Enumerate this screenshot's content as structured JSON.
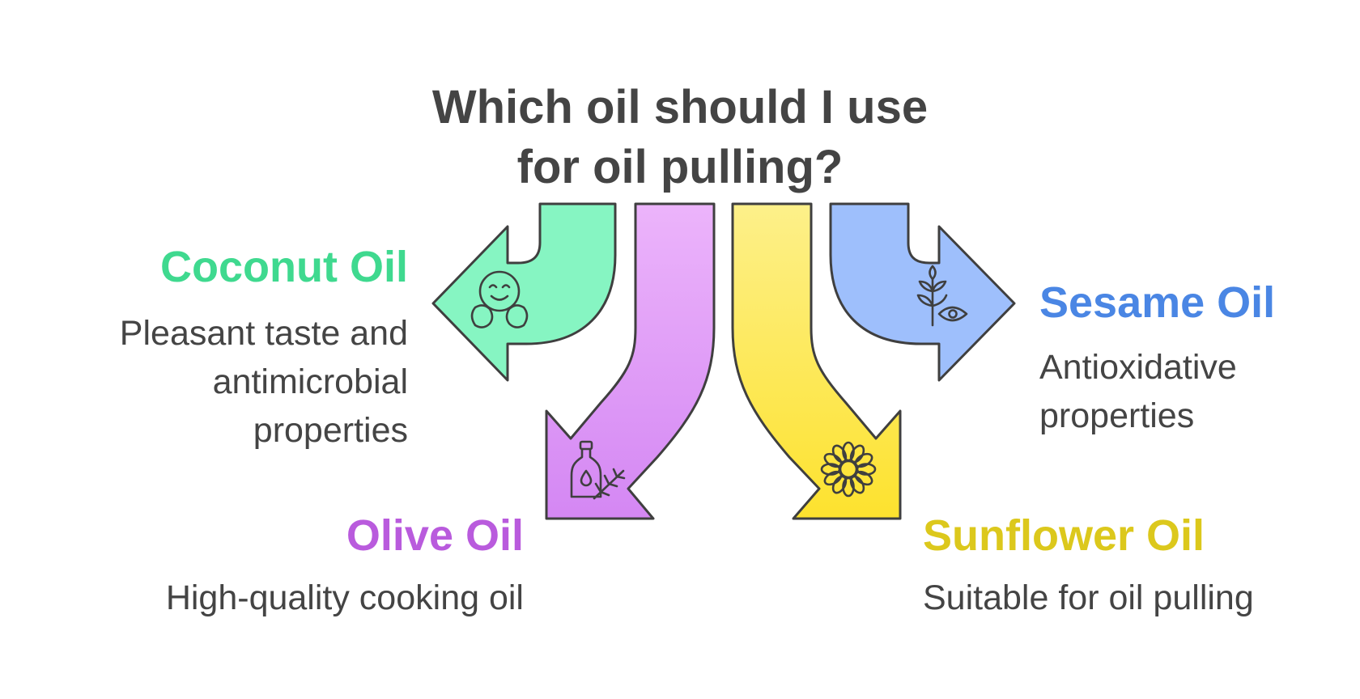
{
  "title": {
    "line1": "Which oil should I use",
    "line2": "for oil pulling?"
  },
  "options": {
    "coconut": {
      "name": "Coconut Oil",
      "lines": [
        "Pleasant taste and",
        "antimicrobial",
        "properties"
      ],
      "color": "#3fd98f",
      "fill": "#86f5c2",
      "icon": "happy-face-hands-icon"
    },
    "olive": {
      "name": "Olive Oil",
      "lines": [
        "High-quality cooking oil"
      ],
      "color": "#b95bdd",
      "fill": "#dca4f4",
      "icon": "oil-bottle-herb-icon"
    },
    "sunflower": {
      "name": "Sunflower Oil",
      "lines": [
        "Suitable for oil pulling"
      ],
      "color": "#dcc81c",
      "fill": "#fde653",
      "icon": "sunflower-icon"
    },
    "sesame": {
      "name": "Sesame Oil",
      "lines": [
        "Antioxidative",
        "properties"
      ],
      "color": "#4a86e4",
      "fill": "#9ebffc",
      "icon": "plant-eye-icon"
    }
  }
}
